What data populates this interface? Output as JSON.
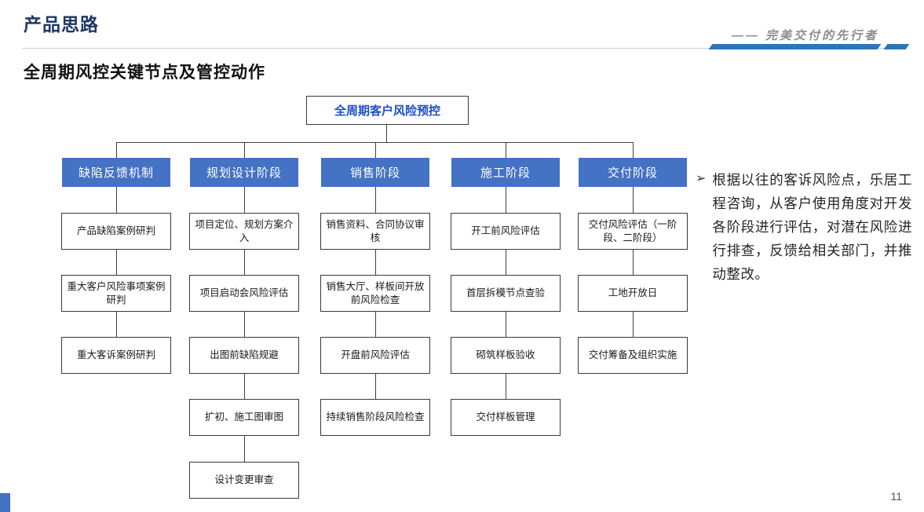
{
  "page": {
    "title": "产品思路",
    "slogan_dash": "——",
    "slogan": "完美交付的先行者",
    "subtitle": "全周期风控关键节点及管控动作",
    "page_number": "11"
  },
  "chart": {
    "type": "flowchart",
    "root": "全周期客户风险预控",
    "columns": [
      {
        "header": "缺陷反馈机制",
        "items": [
          "产品缺陷案例研判",
          "重大客户风险事项案例研判",
          "重大客诉案例研判"
        ]
      },
      {
        "header": "规划设计阶段",
        "items": [
          "项目定位、规划方案介入",
          "项目启动会风险评估",
          "出图前缺陷规避",
          "扩初、施工图审图",
          "设计变更审查"
        ]
      },
      {
        "header": "销售阶段",
        "items": [
          "销售资料、合同协议审核",
          "销售大厅、样板间开放前风险检查",
          "开盘前风险评估",
          "持续销售阶段风险检查"
        ]
      },
      {
        "header": "施工阶段",
        "items": [
          "开工前风险评估",
          "首层拆模节点查验",
          "砌筑样板验收",
          "交付样板管理"
        ]
      },
      {
        "header": "交付阶段",
        "items": [
          "交付风险评估（一阶段、二阶段）",
          "工地开放日",
          "交付筹备及组织实施"
        ]
      }
    ]
  },
  "note": {
    "bullet": "➢",
    "text": "根据以往的客诉风险点，乐居工程咨询，从客户使用角度对开发各阶段进行评估，对潜在风险进行排查，反馈给相关部门，并推动整改。"
  },
  "colors": {
    "stage_header_bg": "#4472C4",
    "root_text": "#1F4FC5",
    "title": "#1F3864",
    "accent_bar": "#2E75B6",
    "connector_line": "#404040"
  }
}
